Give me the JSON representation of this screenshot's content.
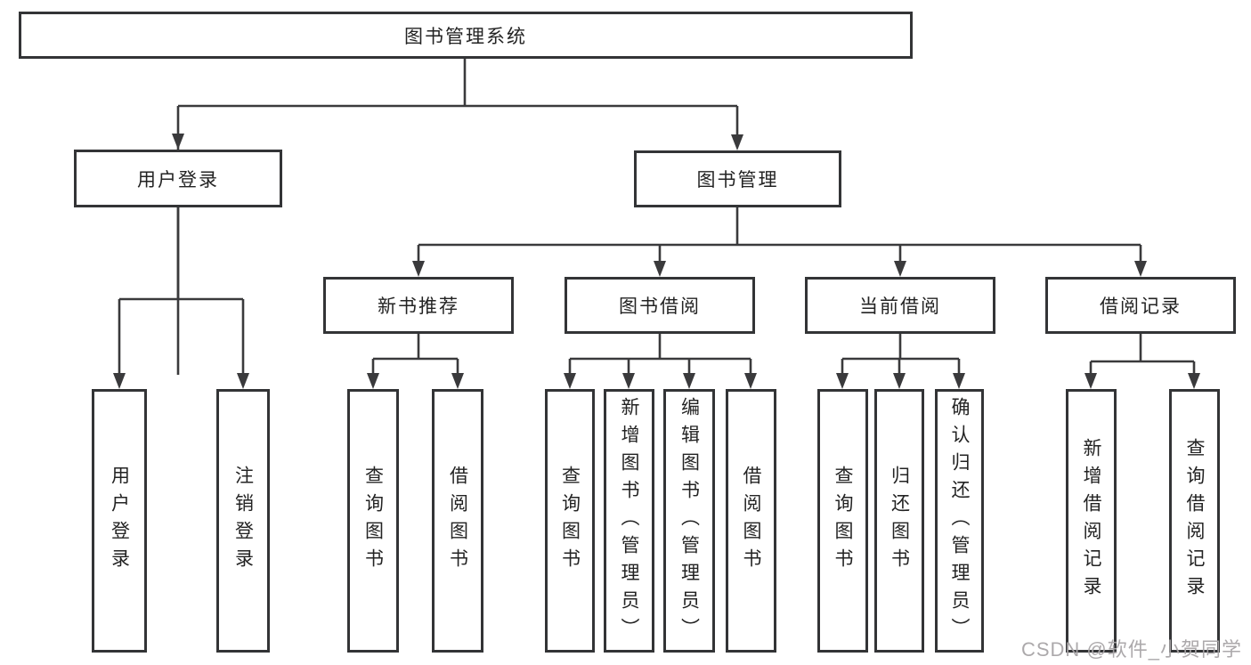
{
  "diagram": {
    "type": "hierarchy-tree",
    "colors": {
      "line": "#3a3a3c",
      "box_border": "#333436",
      "text": "#232323",
      "watermark": "#a8a4a6",
      "background": "#ffffff"
    },
    "tree": {
      "label": "图书管理系统",
      "children": [
        {
          "label": "用户登录",
          "children": [
            {
              "label": "用户登录"
            },
            {
              "label": "注销登录"
            }
          ]
        },
        {
          "label": "图书管理",
          "children": [
            {
              "label": "新书推荐",
              "children": [
                {
                  "label": "查询图书"
                },
                {
                  "label": "借阅图书"
                }
              ]
            },
            {
              "label": "图书借阅",
              "children": [
                {
                  "label": "查询图书"
                },
                {
                  "label": "新增图书（管理员）"
                },
                {
                  "label": "编辑图书（管理员）"
                },
                {
                  "label": "借阅图书"
                }
              ]
            },
            {
              "label": "当前借阅",
              "children": [
                {
                  "label": "查询图书"
                },
                {
                  "label": "归还图书"
                },
                {
                  "label": "确认归还（管理员）"
                }
              ]
            },
            {
              "label": "借阅记录",
              "children": [
                {
                  "label": "新增借阅记录"
                },
                {
                  "label": "查询借阅记录"
                }
              ]
            }
          ]
        }
      ]
    },
    "watermark": "CSDN @软件_小贺同学"
  }
}
